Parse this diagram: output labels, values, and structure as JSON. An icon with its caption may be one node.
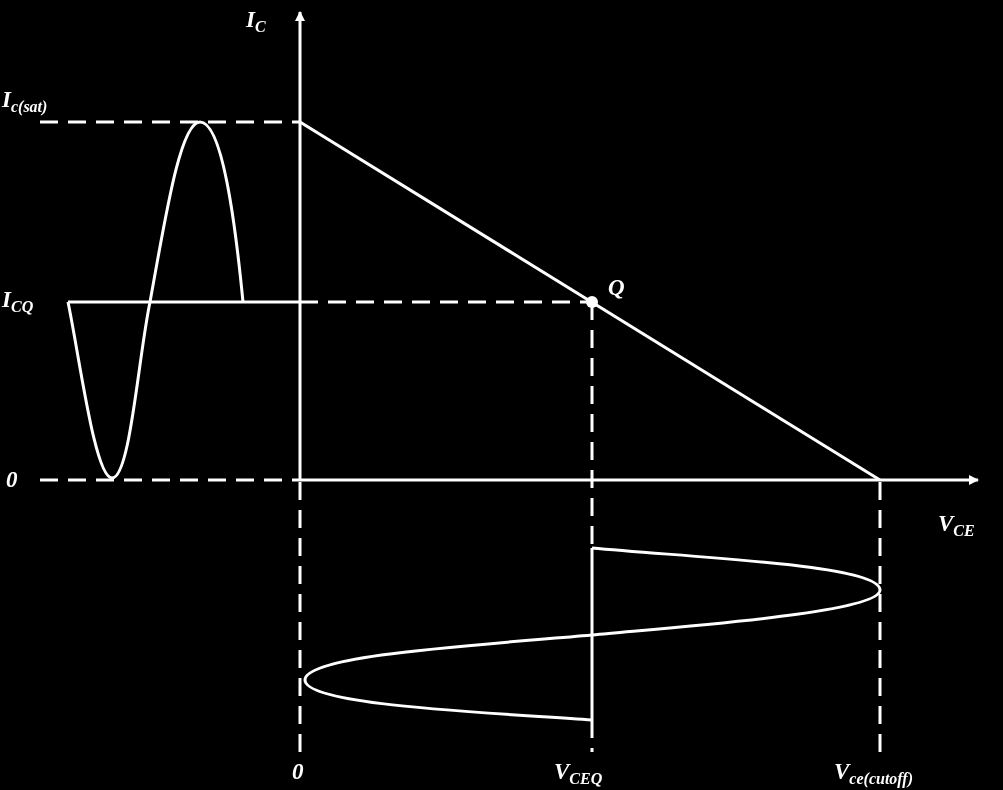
{
  "diagram": {
    "labels": [
      "I$_{C}$",
      "I$_{c(sat)}$",
      "I$_{CQ}$",
      "0",
      "Q",
      "V$_{CE}$",
      "0",
      "V$_{CEQ}$",
      "V$_{ce(cutoff)}$"
    ]
  }
}
